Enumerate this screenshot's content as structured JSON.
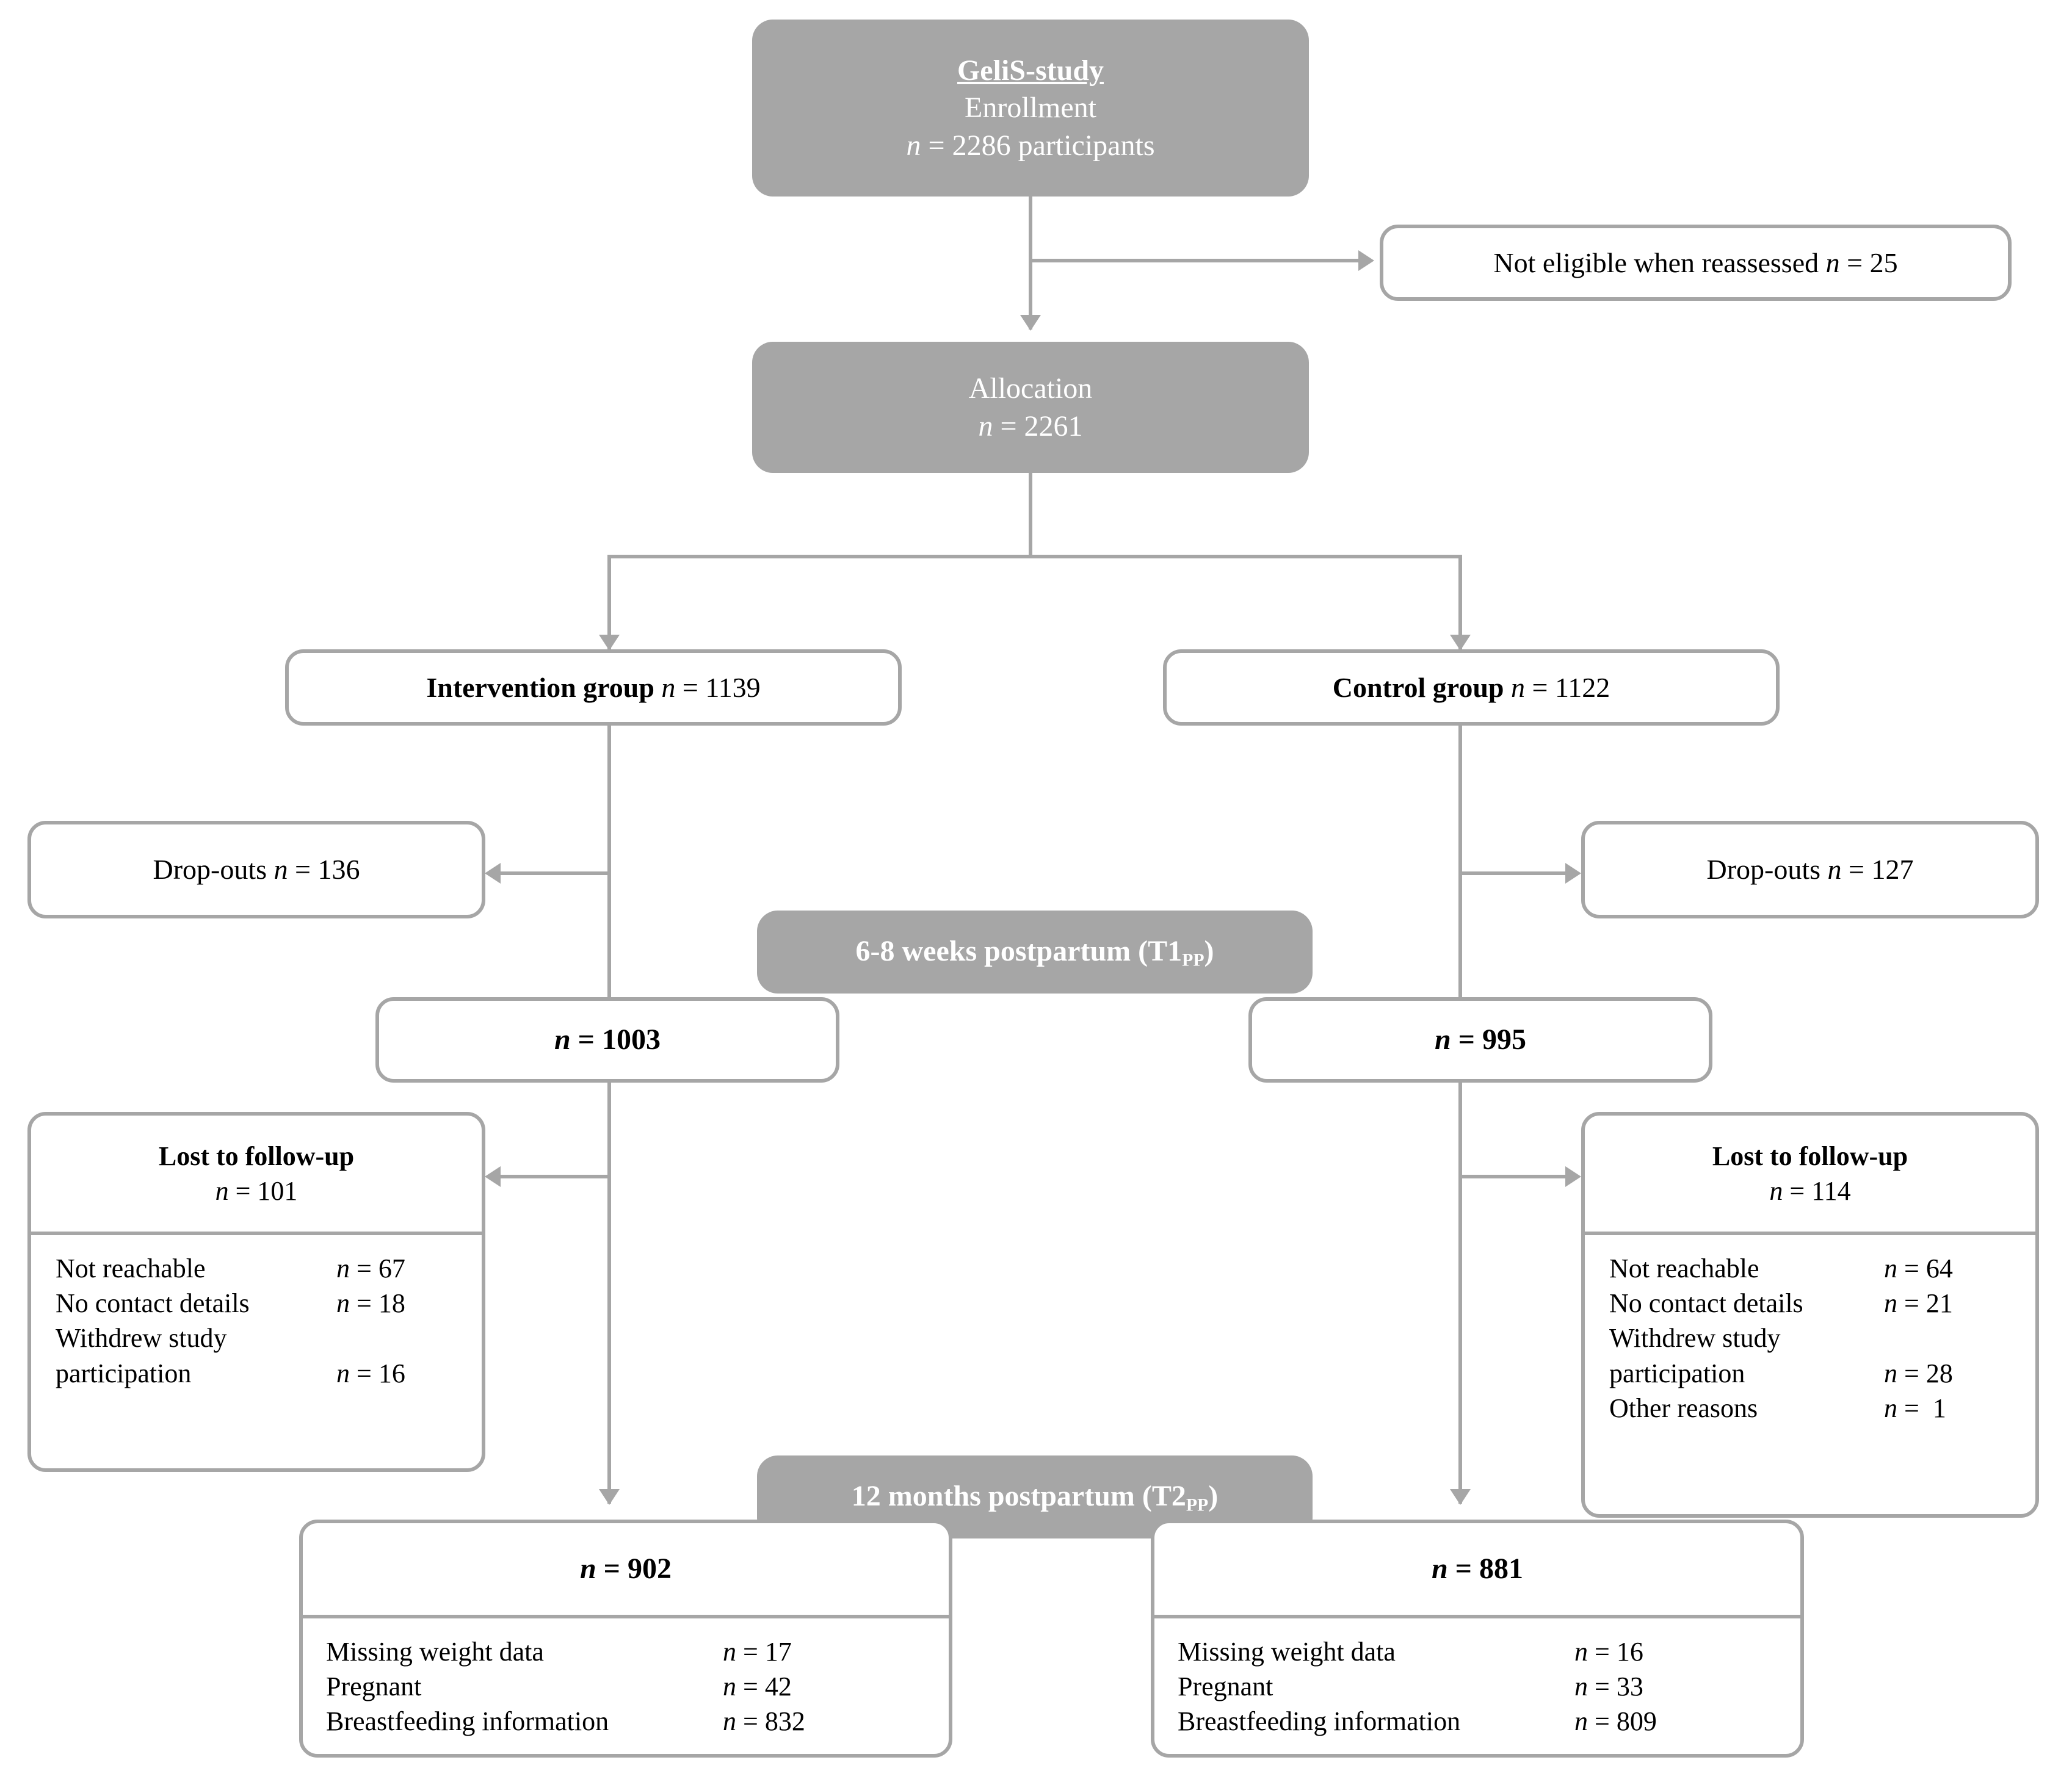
{
  "diagram": {
    "title": "GeliS-study participant flow (CONSORT-style flowchart)",
    "colors": {
      "grey_fill": "#a6a6a6",
      "box_border": "#a6a6a6",
      "box_bg": "#ffffff",
      "grey_text": "#ffffff",
      "text": "#000000"
    }
  },
  "enrollment": {
    "study_name": "GeliS-study",
    "stage": "Enrollment",
    "n_label": "n",
    "eq": "=",
    "n_value": "2286",
    "unit": "participants"
  },
  "not_eligible": {
    "label": "Not eligible  when reassessed",
    "n_label": "n",
    "eq": "=",
    "n_value": "25"
  },
  "allocation": {
    "stage": "Allocation",
    "n_label": "n",
    "eq": "=",
    "n_value": "2261"
  },
  "groups": {
    "intervention": {
      "label": "Intervention group",
      "n_label": "n",
      "eq": "=",
      "n_value": "1139"
    },
    "control": {
      "label": "Control group",
      "n_label": "n",
      "eq": "=",
      "n_value": "1122"
    }
  },
  "dropouts": {
    "intervention": {
      "label": "Drop-outs",
      "n_label": "n",
      "eq": "=",
      "n_value": "136"
    },
    "control": {
      "label": "Drop-outs",
      "n_label": "n",
      "eq": "=",
      "n_value": "127"
    }
  },
  "timepoint_t1": {
    "label_prefix": "6-8 weeks postpartum (T1",
    "subscript": "PP",
    "label_suffix": ")"
  },
  "t1_results": {
    "intervention": {
      "n_label": "n",
      "eq": "=",
      "n_value": "1003"
    },
    "control": {
      "n_label": "n",
      "eq": "=",
      "n_value": "995"
    }
  },
  "lost_to_followup": {
    "intervention": {
      "title": "Lost to follow-up",
      "n_label": "n",
      "eq": "=",
      "n_value": "101",
      "reasons": [
        {
          "label": "Not reachable",
          "n_label": "n",
          "eq": "=",
          "n_value": "67"
        },
        {
          "label": "No contact details",
          "n_label": "n",
          "eq": "=",
          "n_value": "18"
        },
        {
          "label": "Withdrew study",
          "n_label": "",
          "eq": "",
          "n_value": ""
        },
        {
          "label": "participation",
          "n_label": "n",
          "eq": "=",
          "n_value": "16"
        }
      ]
    },
    "control": {
      "title": "Lost to follow-up",
      "n_label": "n",
      "eq": "=",
      "n_value": "114",
      "reasons": [
        {
          "label": "Not reachable",
          "n_label": "n",
          "eq": "=",
          "n_value": "64"
        },
        {
          "label": "No contact details",
          "n_label": "n",
          "eq": "=",
          "n_value": "21"
        },
        {
          "label": "Withdrew study",
          "n_label": "",
          "eq": "",
          "n_value": ""
        },
        {
          "label": "participation",
          "n_label": "n",
          "eq": "=",
          "n_value": "28"
        },
        {
          "label": "Other reasons",
          "n_label": "n",
          "eq": "=",
          "n_value": "1"
        }
      ]
    }
  },
  "timepoint_t2": {
    "label_prefix": "12 months postpartum (T2",
    "subscript": "PP",
    "label_suffix": ")"
  },
  "t2_results": {
    "intervention": {
      "n_label": "n",
      "eq": "=",
      "n_value": "902",
      "rows": [
        {
          "label": "Missing weight data",
          "n_label": "n",
          "eq": "=",
          "n_value": "17"
        },
        {
          "label": "Pregnant",
          "n_label": "n",
          "eq": "=",
          "n_value": "42"
        },
        {
          "label": "Breastfeeding information",
          "n_label": "n",
          "eq": "=",
          "n_value": "832"
        }
      ]
    },
    "control": {
      "n_label": "n",
      "eq": "=",
      "n_value": "881",
      "rows": [
        {
          "label": "Missing weight data",
          "n_label": "n",
          "eq": "=",
          "n_value": "16"
        },
        {
          "label": "Pregnant",
          "n_label": "n",
          "eq": "=",
          "n_value": "33"
        },
        {
          "label": "Breastfeeding information",
          "n_label": "n",
          "eq": "=",
          "n_value": "809"
        }
      ]
    }
  }
}
